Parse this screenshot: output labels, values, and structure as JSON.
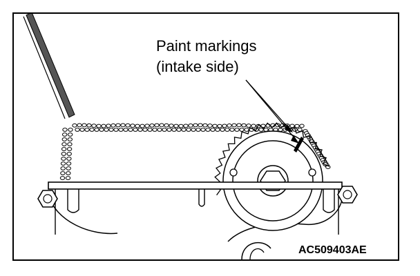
{
  "annotation": {
    "line1": "Paint markings",
    "line2": "(intake side)"
  },
  "figure_code": "AC509403AE",
  "colors": {
    "ink": "#000000",
    "paper": "#ffffff"
  }
}
